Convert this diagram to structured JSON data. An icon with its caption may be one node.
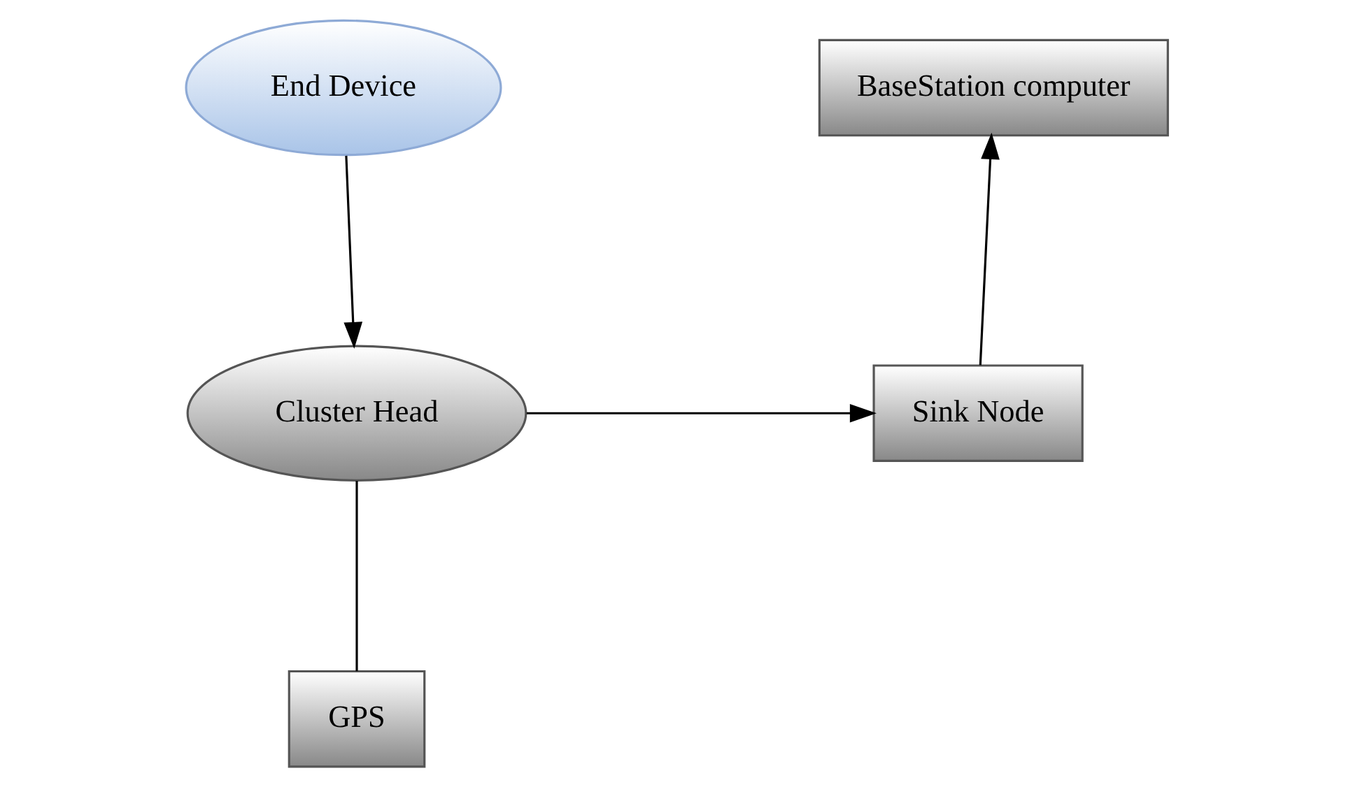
{
  "diagram": {
    "nodes": [
      {
        "text": [
          "End Device"
        ]
      },
      {
        "text": [
          "BaseStation computer"
        ]
      },
      {
        "text": [
          "Cluster Head"
        ]
      },
      {
        "text": [
          "Sink Node"
        ]
      },
      {
        "text": [
          "GPS"
        ]
      }
    ],
    "edges": [
      {
        "from": 0,
        "to": 2,
        "arrow": "to"
      },
      {
        "from": 2,
        "to": 3,
        "arrow": "to"
      },
      {
        "from": 3,
        "to": 1,
        "arrow": "to"
      },
      {
        "from": 2,
        "to": 4,
        "arrow": "none"
      }
    ]
  }
}
